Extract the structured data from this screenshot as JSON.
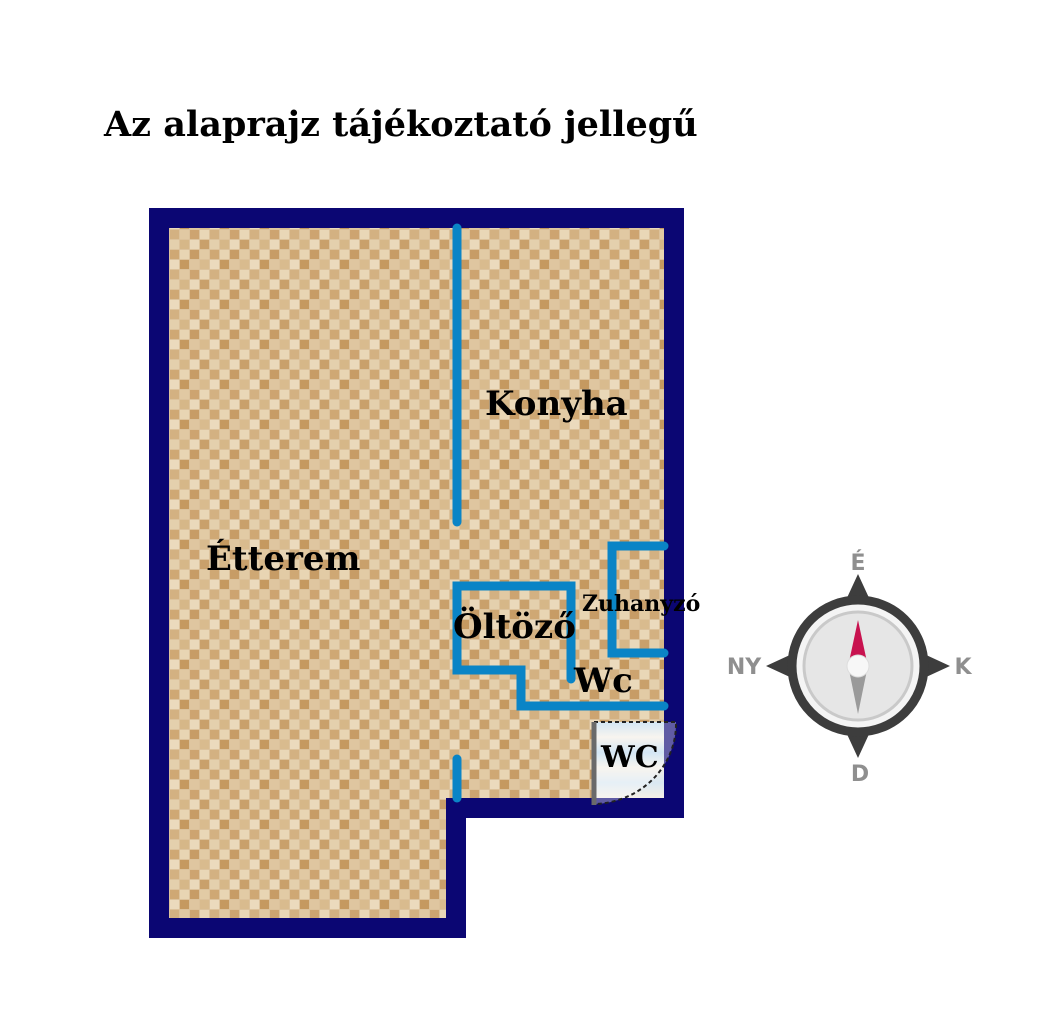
{
  "title": "Az alaprajz tájékoztató jellegű",
  "rooms": {
    "etterem": "Étterem",
    "konyha": "Konyha",
    "oltozo": "Öltöző",
    "zuhanyzo": "Zuhanyzó",
    "wc_upper": "Wc",
    "wc_lower": "WC"
  },
  "compass": {
    "north": "É",
    "south": "D",
    "west": "NY",
    "east": "K"
  },
  "colors": {
    "outer_wall": "#0b0673",
    "inner_wall": "#0a84c6",
    "floor": "#d8b98f",
    "compass_ring": "#3d3d3d",
    "compass_needle_north": "#c8124f",
    "compass_label": "#8f8f8f"
  }
}
